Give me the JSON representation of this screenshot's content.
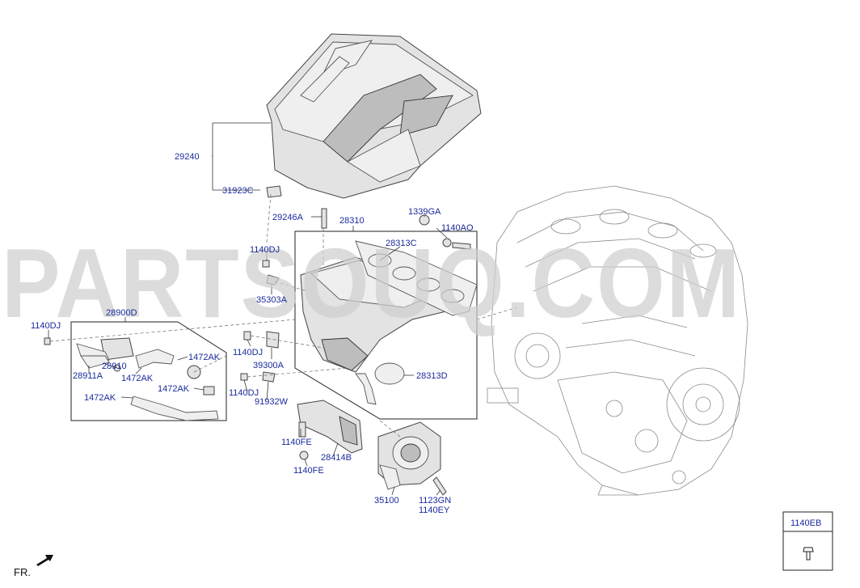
{
  "watermark": "PARTSOUQ.COM",
  "direction_label": "FR.",
  "legend": {
    "code": "1140EB"
  },
  "callouts": {
    "c29240": "29240",
    "c31923C": "31923C",
    "c29246A": "29246A",
    "c28310": "28310",
    "c1339GA": "1339GA",
    "c1140AO": "1140AO",
    "c28313C": "28313C",
    "c1140DJ_a": "1140DJ",
    "c35303A": "35303A",
    "c28900D": "28900D",
    "c1140DJ_b": "1140DJ",
    "c1140DJ_c": "1140DJ",
    "c39300A": "39300A",
    "c1472AK_a": "1472AK",
    "c28910": "28910",
    "c28911A": "28911A",
    "c1472AK_b": "1472AK",
    "c28313D": "28313D",
    "c1472AK_c": "1472AK",
    "c1140DJ_d": "1140DJ",
    "c91932W": "91932W",
    "c1472AK_d": "1472AK",
    "c1140FE_a": "1140FE",
    "c28414B": "28414B",
    "c1140FE_b": "1140FE",
    "c35100": "35100",
    "c1123GN": "1123GN",
    "c1140EY": "1140EY"
  },
  "colors": {
    "callout": "#1a2a9c",
    "watermark": "#cfcfcf",
    "line": "#333333"
  }
}
